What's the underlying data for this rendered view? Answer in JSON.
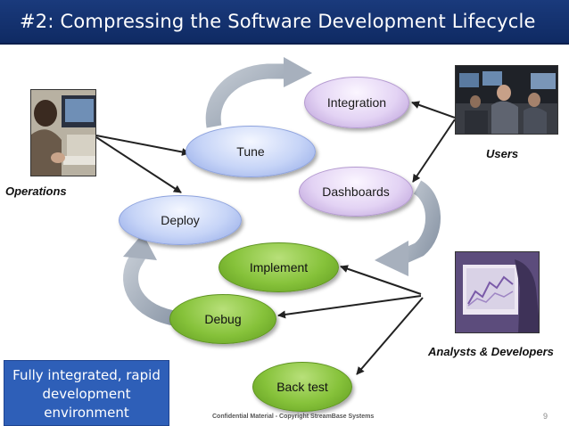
{
  "slide": {
    "title": "#2: Compressing the Software Development Lifecycle",
    "page_number": "9",
    "footer": "Confidential Material - Copyright StreamBase Systems",
    "callout": "Fully integrated, rapid development environment"
  },
  "nodes": {
    "integration": "Integration",
    "tune": "Tune",
    "dashboards": "Dashboards",
    "deploy": "Deploy",
    "implement": "Implement",
    "debug": "Debug",
    "back_test": "Back test"
  },
  "people": {
    "operations": "Operations",
    "users": "Users",
    "analysts": "Analysts & Developers"
  },
  "colors": {
    "title_bar": "#14336f",
    "blue_node": "#c6d4f7",
    "purple_node": "#e3d3f4",
    "green_node": "#86c23a",
    "cycle_arrow": "#9aa6b4",
    "callout": "#2e5fb8"
  }
}
